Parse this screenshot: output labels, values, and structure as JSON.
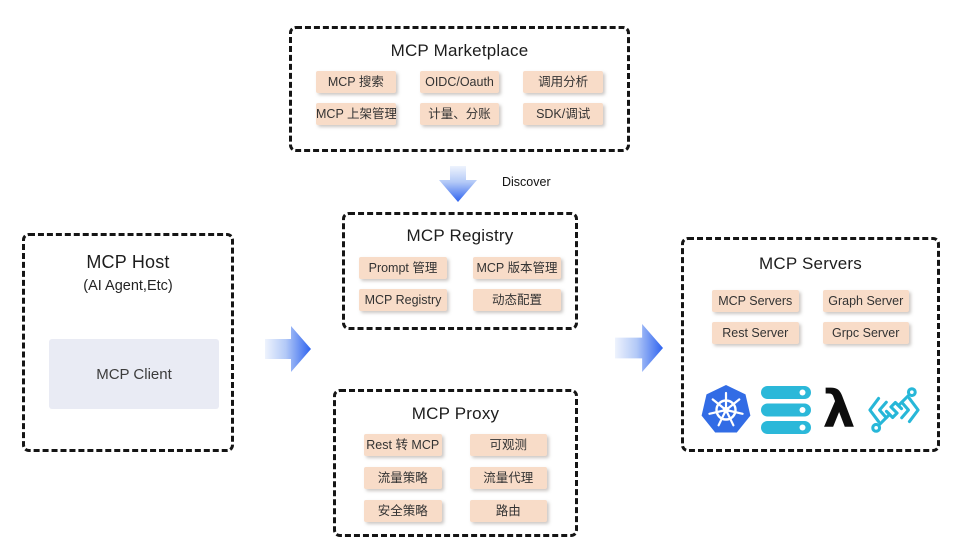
{
  "colors": {
    "chip_bg": "#f8dcc8",
    "arrow_blue": "#2e63ef",
    "kubernetes_blue": "#326ce5",
    "cyan": "#2bb8d9",
    "client_bg": "#e9ebf4",
    "border": "#151515"
  },
  "marketplace": {
    "title": "MCP Marketplace",
    "chips": [
      "MCP 搜索",
      "OIDC/Oauth",
      "调用分析",
      "MCP 上架管理",
      "计量、分账",
      "SDK/调试"
    ]
  },
  "discover": {
    "label": "Discover"
  },
  "registry": {
    "title": "MCP Registry",
    "chips": [
      "Prompt 管理",
      "MCP 版本管理",
      "MCP Registry",
      "动态配置"
    ]
  },
  "proxy": {
    "title": "MCP Proxy",
    "chips": [
      "Rest 转 MCP",
      "可观测",
      "流量策略",
      "流量代理",
      "安全策略",
      "路由"
    ]
  },
  "host": {
    "title": "MCP Host",
    "subtitle": "(AI Agent,Etc)",
    "client_label": "MCP Client"
  },
  "servers": {
    "title": "MCP Servers",
    "chips": [
      "MCP Servers",
      "Graph Server",
      "Rest Server",
      "Grpc Server"
    ],
    "icons": [
      "kubernetes-icon",
      "database-stack-icon",
      "lambda-icon",
      "api-connector-icon"
    ]
  }
}
